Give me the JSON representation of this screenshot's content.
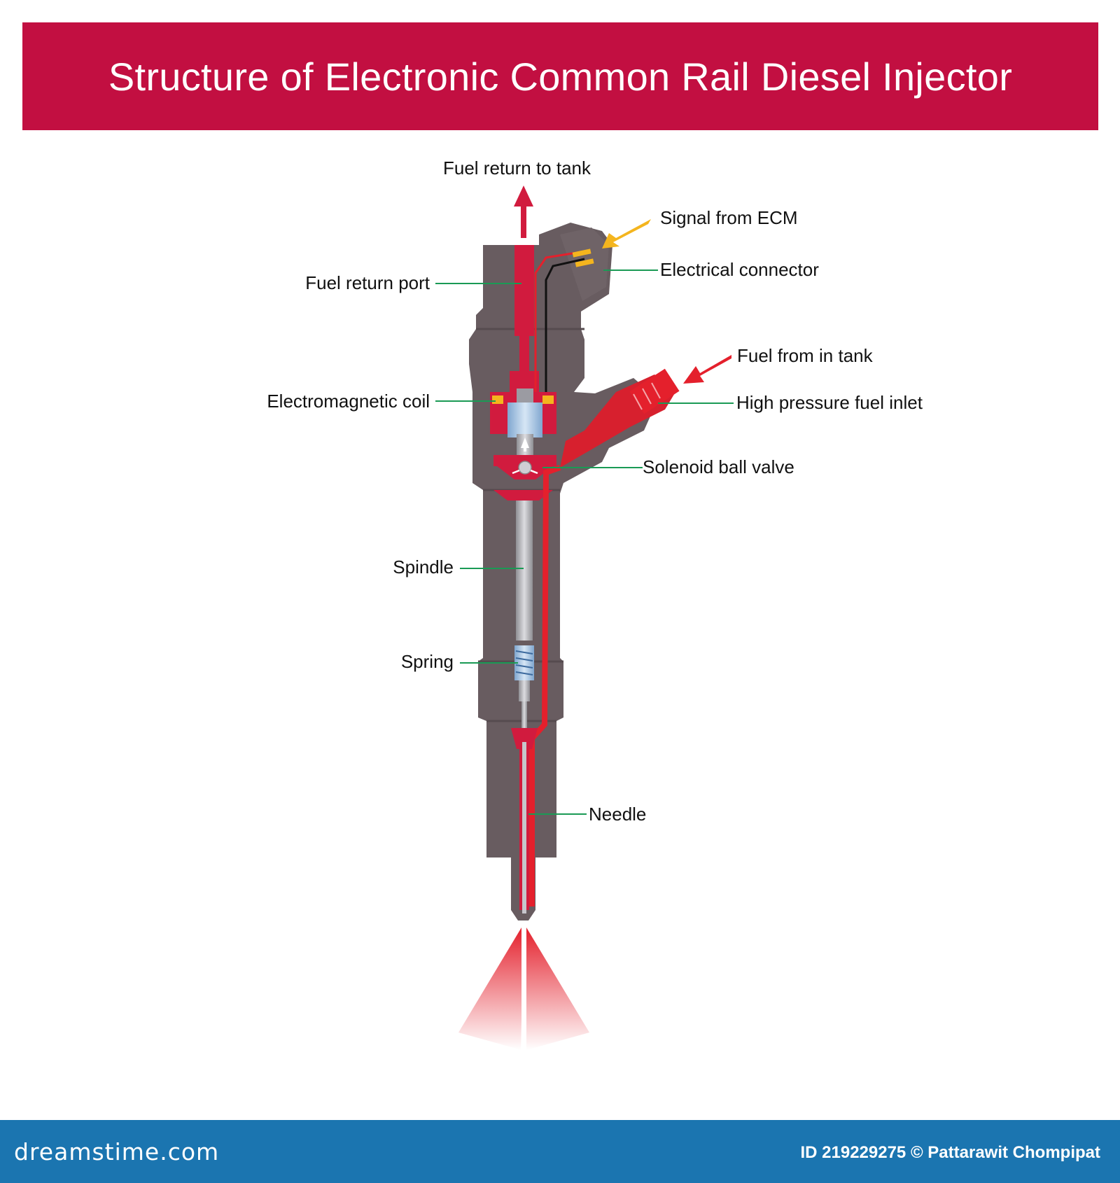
{
  "title": "Structure of Electronic Common Rail Diesel Injector",
  "colors": {
    "banner": "#c20f41",
    "body": "#685c60",
    "fuel": "#e4202c",
    "signal_arrow": "#f4b51e",
    "leader_line": "#1a9a55",
    "footer": "#1b75b0"
  },
  "labels": {
    "fuel_return_to_tank": "Fuel return to tank",
    "signal_from_ecm": "Signal from ECM",
    "electrical_connector": "Electrical connector",
    "fuel_return_port": "Fuel return port",
    "fuel_from_in_tank": "Fuel from in tank",
    "electromagnetic_coil": "Electromagnetic coil",
    "high_pressure_fuel_inlet": "High pressure fuel inlet",
    "solenoid_ball_valve": "Solenoid ball valve",
    "spindle": "Spindle",
    "spring": "Spring",
    "needle": "Needle"
  },
  "footer": {
    "brand": "dreamstime.com",
    "credit": "ID 219229275 © Pattarawit Chompipat"
  }
}
